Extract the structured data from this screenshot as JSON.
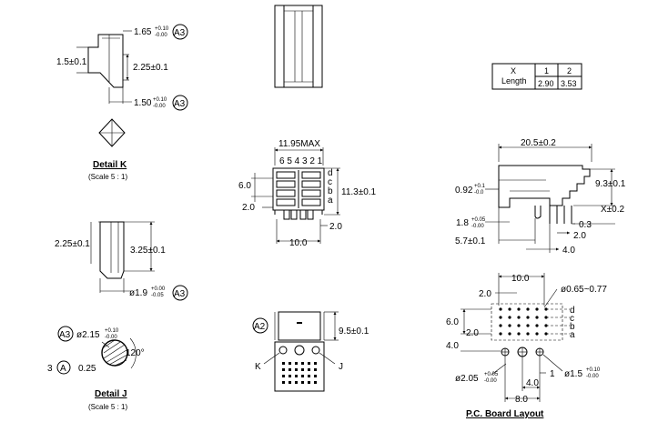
{
  "detail_k": {
    "dim_top": "1.65",
    "dim_top_tol_upper": "+0.10",
    "dim_top_tol_lower": "-0.00",
    "dim_top_ref": "A3",
    "dim_left": "1.5±0.1",
    "dim_mid": "2.25±0.1",
    "dim_bottom": "1.50",
    "dim_bottom_tol_upper": "+0.10",
    "dim_bottom_tol_lower": "-0.00",
    "dim_bottom_ref": "A3",
    "caption": "Detail K",
    "scale": "(Scale 5 : 1)"
  },
  "pin_side": {
    "dim_left": "2.25±0.1",
    "dim_right": "3.25±0.1",
    "dim_dia": "ø1.9",
    "dim_dia_tol_upper": "+0.00",
    "dim_dia_tol_lower": "-0.05",
    "dim_dia_ref": "A3"
  },
  "detail_j": {
    "ref_a3": "A3",
    "dim_dia": "ø2.15",
    "dim_dia_tol_upper": "+0.10",
    "dim_dia_tol_lower": "-0.00",
    "angle": "120°",
    "label_3": "3",
    "ref_a": "A",
    "dim_025": "0.25",
    "caption": "Detail J",
    "scale": "(Scale 5 : 1)"
  },
  "front_view": {
    "dim_max": "11.95MAX",
    "cols_left": "6 5 4",
    "cols_right": "3 2 1",
    "dim_6": "6.0",
    "dim_113": "11.3±0.1",
    "dim_2a": "2.0",
    "dim_2b": "2.0",
    "dim_10": "10.0",
    "rows": [
      "d",
      "c",
      "b",
      "a"
    ]
  },
  "bottom_view": {
    "ref_a2": "A2",
    "dim_95": "9.5±0.1",
    "label_k": "K",
    "label_j": "J"
  },
  "table": {
    "header_x": "X",
    "header_length": "Length",
    "col1": "1",
    "col2": "2",
    "val1": "2.90",
    "val2": "3.53"
  },
  "side_view": {
    "dim_205": "20.5±0.2",
    "dim_092": "0.92",
    "dim_092_tol_upper": "+0.1",
    "dim_092_tol_lower": "-0.0",
    "dim_93": "9.3±0.1",
    "dim_x": "X±0.2",
    "dim_18": "1.8",
    "dim_18_tol_upper": "+0.05",
    "dim_18_tol_lower": "-0.00",
    "dim_03": "0.3",
    "dim_20": "2.0",
    "dim_57": "5.7±0.1",
    "dim_40": "4.0"
  },
  "pcb": {
    "dim_100": "10.0",
    "dim_20a": "2.0",
    "dim_065": "ø0.65~0.77",
    "dim_60": "6.0",
    "dim_20b": "2.0",
    "dim_40a": "4.0",
    "rows": [
      "d",
      "c",
      "b",
      "a"
    ],
    "dim_205": "ø2.05",
    "dim_205_tol_upper": "+0.05",
    "dim_205_tol_lower": "-0.00",
    "dim_1": "1",
    "dim_15": "ø1.5",
    "dim_15_tol_upper": "+0.10",
    "dim_15_tol_lower": "-0.00",
    "dim_40b": "4.0",
    "dim_80": "8.0",
    "caption": "P.C. Board Layout"
  }
}
